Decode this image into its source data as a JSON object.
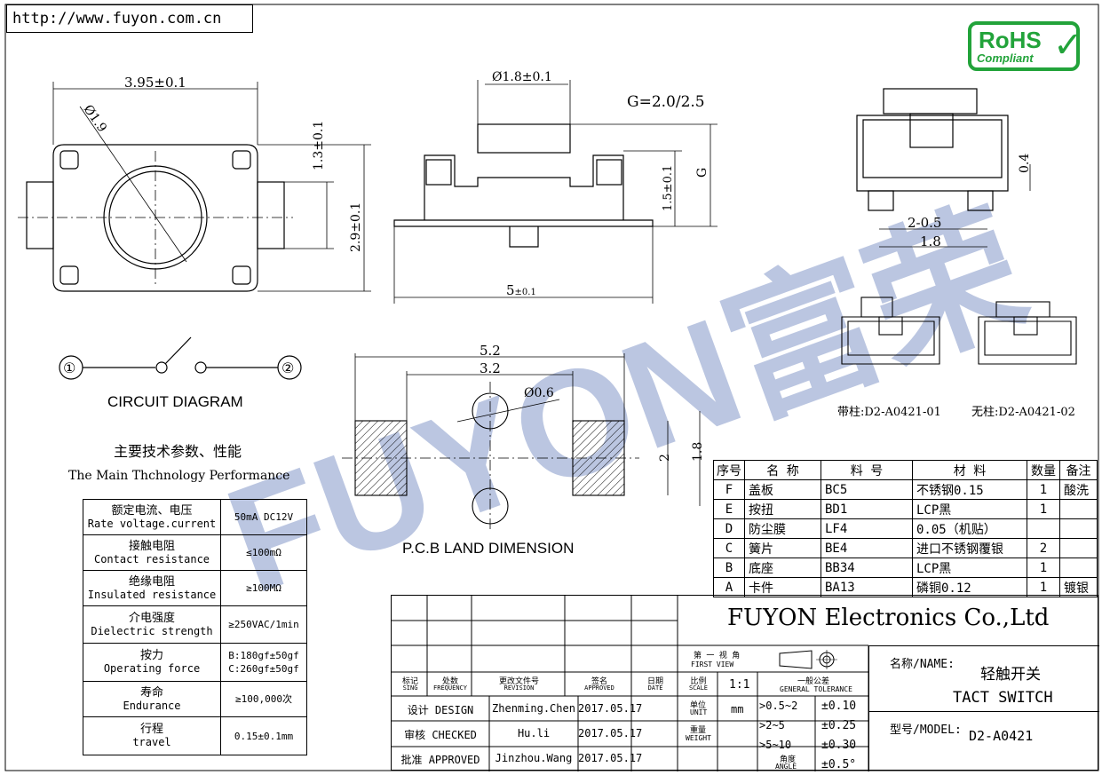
{
  "header": {
    "url": "http://www.fuyon.com.cn"
  },
  "badge": {
    "title": "RoHS",
    "subtitle": "Compliant",
    "color": "#22a33a"
  },
  "watermark": {
    "text": "FUYON富荣",
    "color": "#3b5ba9"
  },
  "top_view": {
    "dim_width": "3.95±0.1",
    "dim_diameter": "Ø1.9",
    "dim_inner": "1.3±0.1",
    "dim_height": "2.9±0.1"
  },
  "side_view": {
    "dim_button": "Ø1.8±0.1",
    "g_note": "G=2.0/2.5",
    "dim_g": "G",
    "dim_stem": "1.5±0.1",
    "dim_base": "5",
    "dim_base_tol": "±0.1"
  },
  "end_view": {
    "dim_04": "0.4",
    "dim_205": "2-0.5",
    "dim_18": "1.8"
  },
  "circuit": {
    "title": "CIRCUIT DIAGRAM",
    "pin1": "①",
    "pin2": "②"
  },
  "pcb": {
    "title": "P.C.B LAND DIMENSION",
    "dim_52": "5.2",
    "dim_32": "3.2",
    "dim_hole": "Ø0.6",
    "dim_2": "2",
    "dim_18": "1.8"
  },
  "variants": [
    {
      "label": "带柱:D2-A0421-01"
    },
    {
      "label": "无柱:D2-A0421-02"
    }
  ],
  "performance": {
    "title_cn": "主要技术参数、性能",
    "title_en": "The Main Thchnology Performance",
    "rows": [
      {
        "cn": "额定电流、电压",
        "en": "Rate voltage.current",
        "value": "50mA DC12V"
      },
      {
        "cn": "接触电阻",
        "en": "Contact resistance",
        "value": "≤100mΩ"
      },
      {
        "cn": "绝缘电阻",
        "en": "Insulated resistance",
        "value": "≥100MΩ"
      },
      {
        "cn": "介电强度",
        "en": "Dielectric strength",
        "value": "≥250VAC/1min"
      },
      {
        "cn": "按力",
        "en": "Operating force",
        "value": "B:180gf±50gf",
        "value2": "C:260gf±50gf"
      },
      {
        "cn": "寿命",
        "en": "Endurance",
        "value": "≥100,000次"
      },
      {
        "cn": "行程",
        "en": "travel",
        "value": "0.15±0.1mm"
      }
    ]
  },
  "parts_list": {
    "headers": [
      "序号",
      "名  称",
      "料  号",
      "材  料",
      "数量",
      "备注"
    ],
    "rows": [
      [
        "F",
        "盖板",
        "BC5",
        "不锈钢0.15",
        "1",
        "酸洗"
      ],
      [
        "E",
        "按扭",
        "BD1",
        "LCP黑",
        "1",
        ""
      ],
      [
        "D",
        "防尘膜",
        "LF4",
        "0.05（机贴）",
        "",
        ""
      ],
      [
        "C",
        "簧片",
        "BE4",
        "进口不锈钢覆银",
        "2",
        ""
      ],
      [
        "B",
        "底座",
        "BB34",
        "LCP黑",
        "1",
        ""
      ],
      [
        "A",
        "卡件",
        "BA13",
        "磷铜0.12",
        "1",
        "镀银"
      ]
    ]
  },
  "title_block": {
    "company": "FUYON Electronics Co.,Ltd",
    "projection_cn": "第 一 视 角",
    "projection_en": "FIRST VIEW",
    "tolerance_cn": "一般公差",
    "tolerance_en": "GENERAL TOLERANCE",
    "name_label": "名称/NAME:",
    "name_cn": "轻触开关",
    "name_en": "TACT   SWITCH",
    "model_label": "型号/MODEL:",
    "model": "D2-A0421",
    "col_heads": [
      {
        "cn": "标记",
        "en": "SING"
      },
      {
        "cn": "处数",
        "en": "FREQUENCY"
      },
      {
        "cn": "更改文件号",
        "en": "REVISION"
      },
      {
        "cn": "签名",
        "en": "APPROVED"
      },
      {
        "cn": "日期",
        "en": "DATE"
      },
      {
        "cn": "比例",
        "en": "SCALE"
      }
    ],
    "scale": "1:1",
    "unit": {
      "cn": "单位",
      "en": "UNIT",
      "value": "mm"
    },
    "weight": {
      "cn": "重量",
      "en": "WEIGHT"
    },
    "angle": {
      "cn": "角度",
      "en": "ANGLE"
    },
    "signoffs": [
      {
        "role": "设计 DESIGN",
        "name": "Zhenming.Chen",
        "date": "2017.05.17"
      },
      {
        "role": "审核 CHECKED",
        "name": "Hu.li",
        "date": "2017.05.17"
      },
      {
        "role": "批准 APPROVED",
        "name": "Jinzhou.Wang",
        "date": "2017.05.17"
      }
    ],
    "tolerances": [
      {
        "range": ">0.5~2",
        "value": "±0.10"
      },
      {
        "range": ">2~5",
        "value": "±0.25"
      },
      {
        "range": ">5~10",
        "value": "±0.30"
      },
      {
        "range": "",
        "value": "±0.5°"
      }
    ]
  }
}
